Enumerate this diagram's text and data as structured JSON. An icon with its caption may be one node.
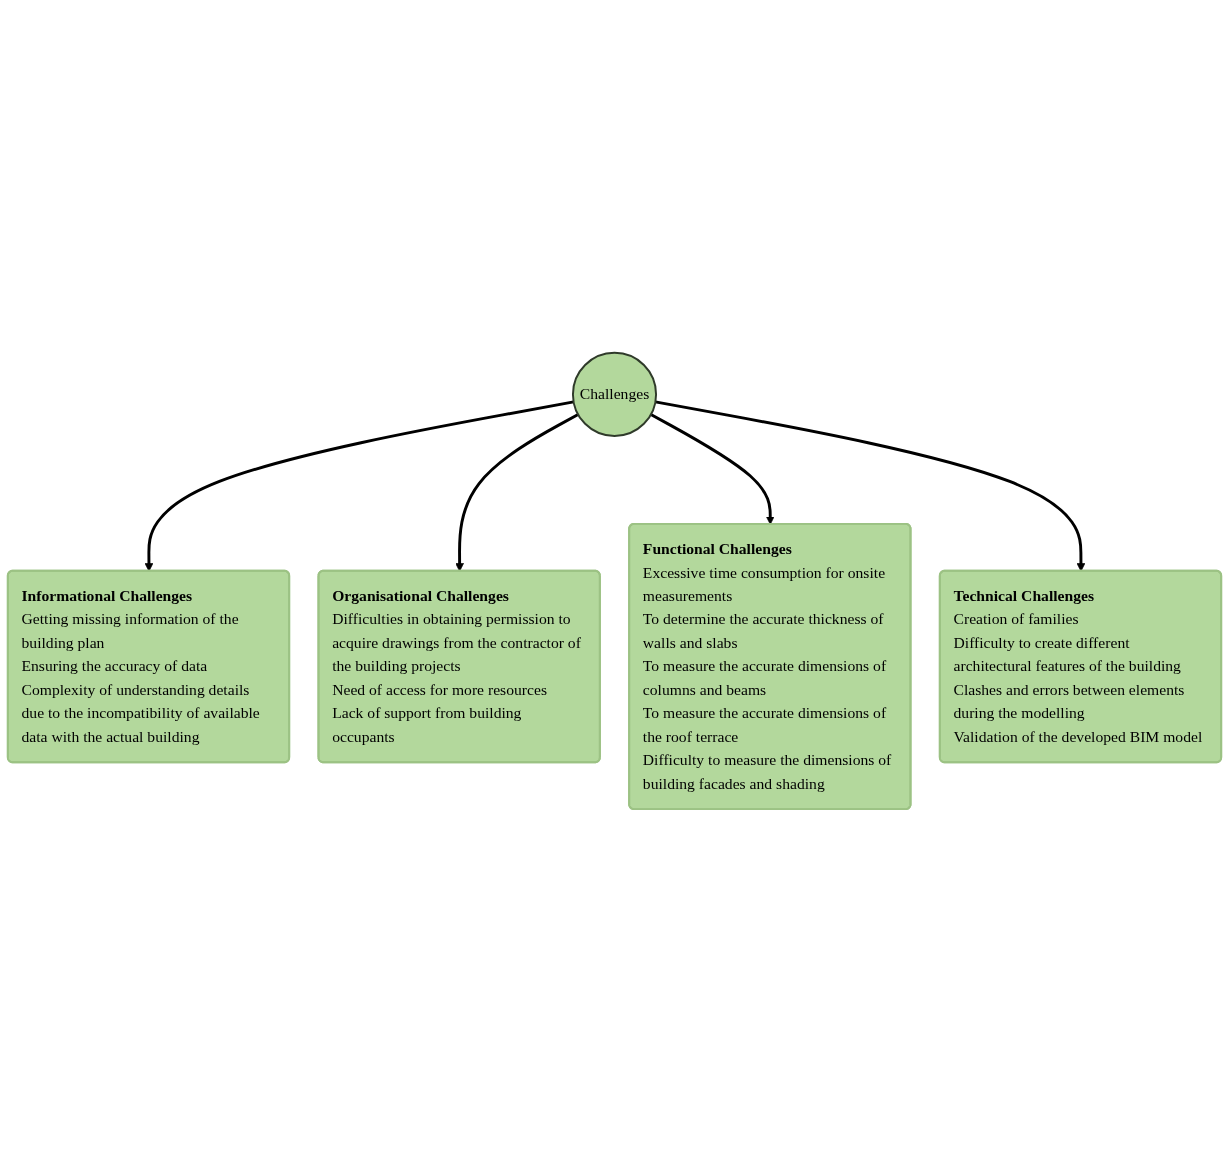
{
  "diagram": {
    "nodes": [
      {
        "text": [
          "Informational Challenges",
          "Getting missing information of the building plan",
          "Ensuring the accuracy of data",
          "Complexity of understanding details due to the incompatibility of available data with the actual building"
        ]
      },
      {
        "text": [
          "Organisational Challenges",
          "Difficulties in obtaining permission to acquire drawings from the contractor of the building projects",
          "Need of access for more resources",
          "Lack of support from building occupants"
        ]
      },
      {
        "text": [
          "Challenges"
        ]
      },
      {
        "text": [
          "Functional Challenges",
          "Excessive time consumption for onsite measurements",
          "To determine the accurate thickness of walls and slabs",
          "To measure the accurate dimensions of columns and beams",
          "To measure the accurate dimensions of the roof terrace",
          "Difficulty to measure the dimensions of building facades and shading"
        ]
      },
      {
        "text": [
          "Technical Challenges",
          "Creation of families",
          "Difficulty to create different architectural features of the building",
          "Clashes and errors between elements during the modelling",
          "Validation of the developed BIM model"
        ]
      }
    ],
    "edges": [
      {
        "from": 2,
        "to": 0,
        "arrow": "to"
      },
      {
        "from": 2,
        "to": 1,
        "arrow": "to"
      },
      {
        "from": 2,
        "to": 3,
        "arrow": "to"
      },
      {
        "from": 2,
        "to": 4,
        "arrow": "to"
      }
    ]
  }
}
